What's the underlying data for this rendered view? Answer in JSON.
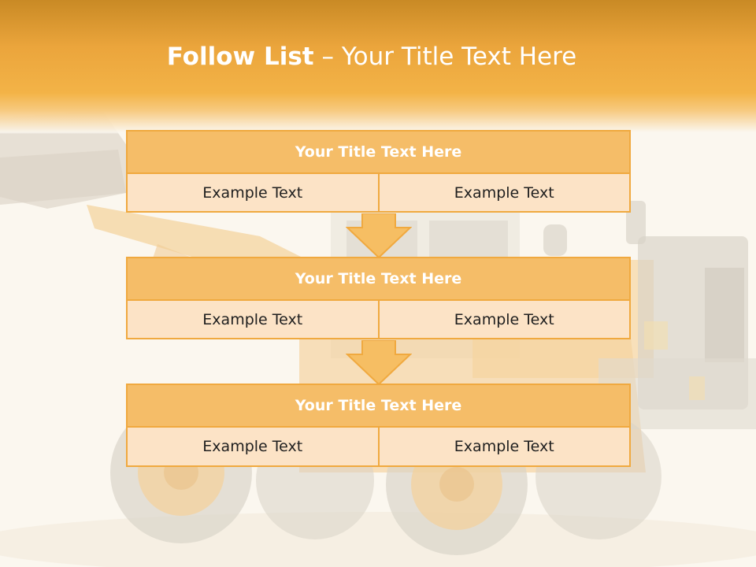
{
  "slide": {
    "title_bold": "Follow List",
    "title_rest": " – Your Title Text Here"
  },
  "blocks": [
    {
      "title": "Your Title Text Here",
      "left": "Example Text",
      "right": "Example Text"
    },
    {
      "title": "Your Title Text Here",
      "left": "Example Text",
      "right": "Example Text"
    },
    {
      "title": "Your Title Text Here",
      "left": "Example Text",
      "right": "Example Text"
    }
  ],
  "colors": {
    "header_orange": "#eba53c",
    "block_title_fill": "#f5bd68",
    "block_border": "#f0a93f",
    "block_cell_fill": "#fce3c6",
    "arrow_fill": "#f6be63"
  },
  "background_image": "wheel-loader-photo"
}
